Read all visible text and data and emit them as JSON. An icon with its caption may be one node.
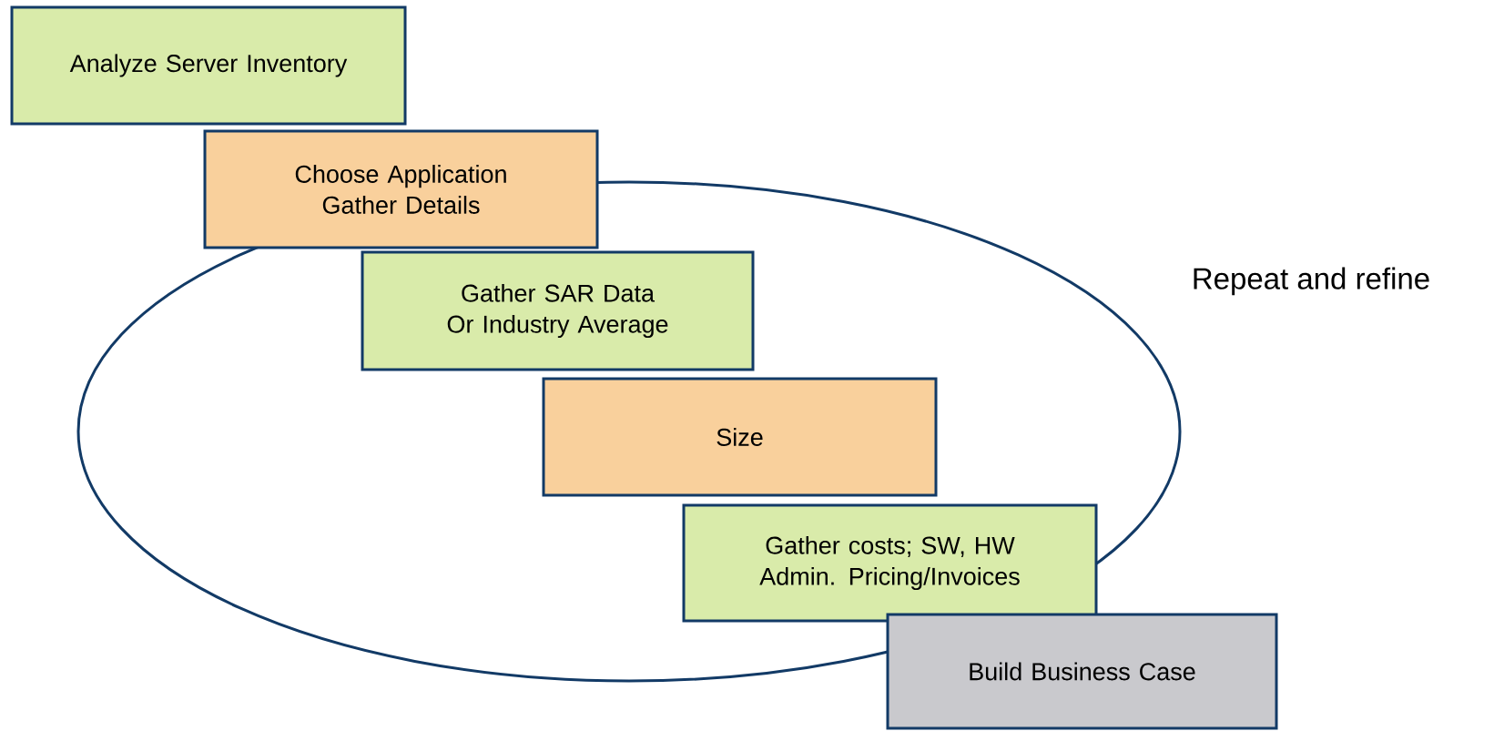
{
  "diagram": {
    "nodes": [
      {
        "text": [
          "Analyze Server Inventory"
        ]
      },
      {
        "text": [
          "Choose Application Gather Details"
        ]
      },
      {
        "text": [
          "Gather SAR Data Or Industry Average"
        ]
      },
      {
        "text": [
          "Size"
        ]
      },
      {
        "text": [
          "Gather costs; SW, HW Admin. Pricing/Invoices"
        ]
      },
      {
        "text": [
          "Build Business Case"
        ]
      }
    ],
    "labels": [
      "Repeat and refine"
    ]
  }
}
